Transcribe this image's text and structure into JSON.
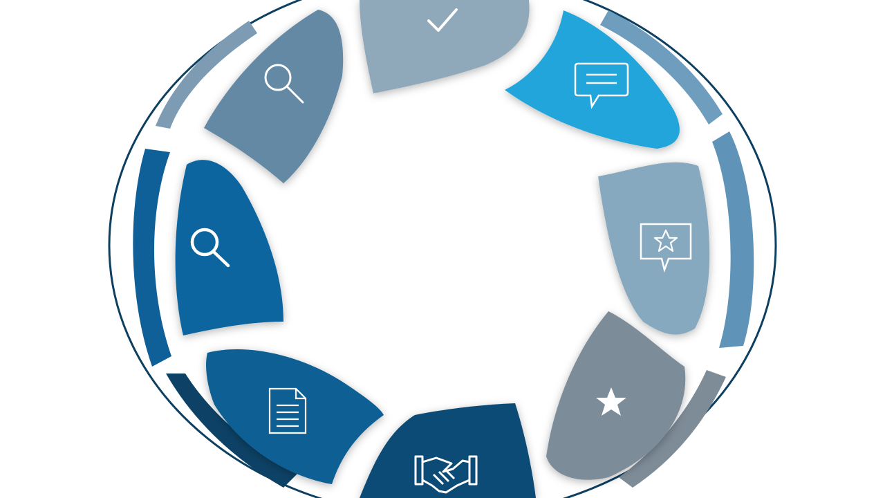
{
  "diagram": {
    "type": "circular-cycle",
    "segment_count": 8,
    "segments": [
      {
        "id": "top",
        "icon": "checkmark-icon",
        "color": "#8FA8BA"
      },
      {
        "id": "top-right",
        "icon": "speech-bubble-icon",
        "color": "#21A5DB"
      },
      {
        "id": "right",
        "icon": "star-message-icon",
        "color": "#86A9BF"
      },
      {
        "id": "bottom-right",
        "icon": "star-icon",
        "color": "#7C8C99"
      },
      {
        "id": "bottom",
        "icon": "handshake-icon",
        "color": "#0E4C77"
      },
      {
        "id": "bottom-left",
        "icon": "document-icon",
        "color": "#115F94"
      },
      {
        "id": "left",
        "icon": "magnifier-icon",
        "color": "#0F659F"
      },
      {
        "id": "top-left",
        "icon": "magnifier-icon",
        "color": "#6489A5"
      }
    ],
    "outer_ring_color": "#0D3F60",
    "arc_colors": {
      "top-left": "#7D9CB4",
      "top-right": "#6E9DBE",
      "right": "#5F94B8",
      "bottom-right": "#7E8C98",
      "bottom-left": "#0D4266",
      "left": "#0F5F98"
    }
  }
}
